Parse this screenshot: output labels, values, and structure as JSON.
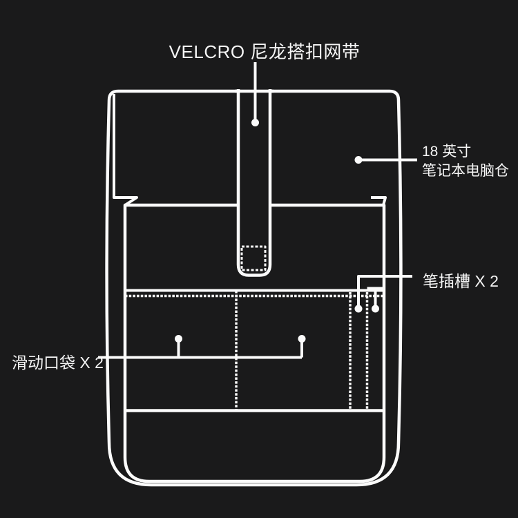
{
  "page": {
    "background_color": "#1a1a1b",
    "line_color": "#fbfbfb",
    "text_color": "#f5f5f5"
  },
  "annotations": {
    "velcro_strap": {
      "label": "VELCRO 尼龙搭扣网带"
    },
    "laptop_compartment": {
      "label_line1": "18 英寸",
      "label_line2": "笔记本电脑仓"
    },
    "pen_slots": {
      "label": "笔插槽 X 2",
      "count": 2
    },
    "sliding_pockets": {
      "label": "滑动口袋 X 2",
      "count": 2
    }
  }
}
